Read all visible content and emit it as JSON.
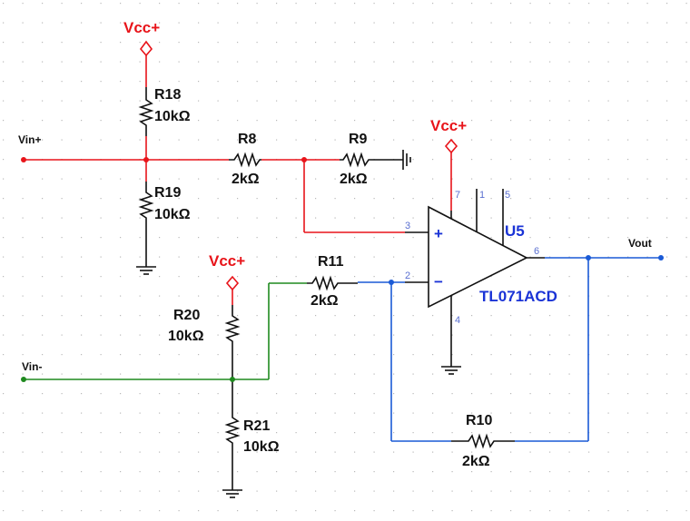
{
  "colors": {
    "background": "#ffffff",
    "grid_dot": "#b8b8b8",
    "wire_positive": "#e8141a",
    "wire_negative": "#1f8a1f",
    "wire_feedback": "#1a5ad6",
    "component": "#111111",
    "opamp_label": "#1a33d6",
    "pin_label": "#5a6fd0"
  },
  "supplies": {
    "vcc_top": "Vcc+",
    "vcc_opamp": "Vcc+",
    "vcc_bottom": "Vcc+"
  },
  "nets": {
    "vin_pos": "Vin+",
    "vin_neg": "Vin-",
    "vout": "Vout"
  },
  "resistors": {
    "r18": {
      "ref": "R18",
      "value": "10kΩ"
    },
    "r19": {
      "ref": "R19",
      "value": "10kΩ"
    },
    "r8": {
      "ref": "R8",
      "value": "2kΩ"
    },
    "r9": {
      "ref": "R9",
      "value": "2kΩ"
    },
    "r11": {
      "ref": "R11",
      "value": "2kΩ"
    },
    "r20": {
      "ref": "R20",
      "value": "10kΩ"
    },
    "r21": {
      "ref": "R21",
      "value": "10kΩ"
    },
    "r10": {
      "ref": "R10",
      "value": "2kΩ"
    }
  },
  "opamp": {
    "ref": "U5",
    "part": "TL071ACD",
    "plus_sign": "+",
    "minus_sign": "−",
    "pins": {
      "p7": "7",
      "p1": "1",
      "p5": "5",
      "p3": "3",
      "p2": "2",
      "p6": "6",
      "p4": "4"
    }
  }
}
